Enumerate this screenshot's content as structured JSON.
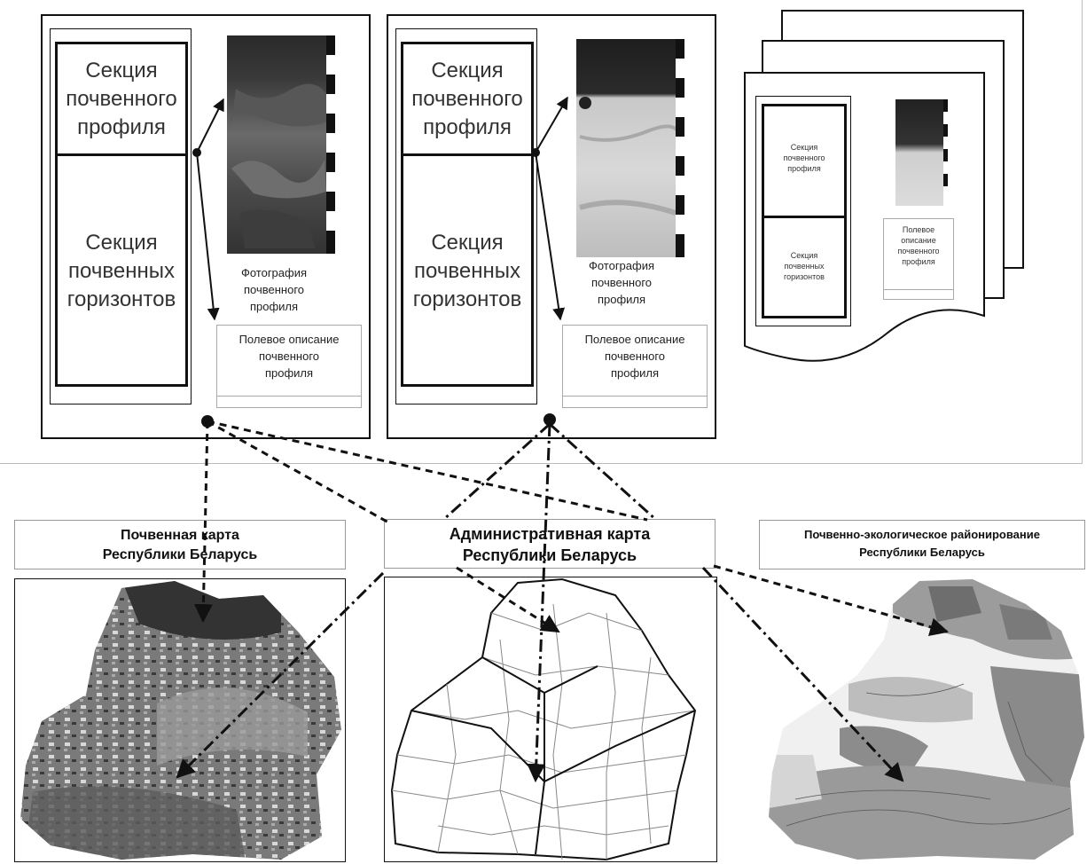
{
  "profile_card": {
    "section_profile": [
      "Секция",
      "почвенного",
      "профиля"
    ],
    "section_horizons": [
      "Секция",
      "почвенных",
      "горизонтов"
    ],
    "photo_caption": [
      "Фотография",
      "почвенного",
      "профиля"
    ],
    "field_description": [
      "Полевое описание",
      "почвенного",
      "профиля"
    ]
  },
  "mini_card": {
    "section_profile": [
      "Секция",
      "почвенного",
      "профиля"
    ],
    "section_horizons": [
      "Секция",
      "почвенных",
      "горизонтов"
    ],
    "field_description": [
      "Полевое",
      "описание",
      "почвенного",
      "профиля"
    ]
  },
  "maps": {
    "soil": {
      "title": [
        "Почвенная карта",
        "Республики Беларусь"
      ]
    },
    "admin": {
      "title": [
        "Административная карта",
        "Республики Беларусь"
      ]
    },
    "eco": {
      "title": [
        "Почвенно-экологическое районирование",
        "Республики Беларусь"
      ]
    }
  }
}
